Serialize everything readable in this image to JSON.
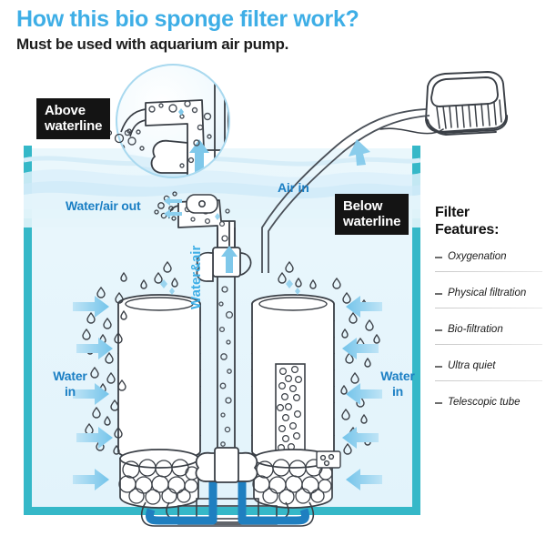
{
  "header": {
    "title": "How this bio sponge filter work?",
    "subtitle": "Must be used with aquarium air pump.",
    "title_color": "#3EAEE6"
  },
  "callouts": {
    "above": "Above\nwaterline",
    "above_line1": "Above",
    "above_line2": "waterline",
    "below_line1": "Below",
    "below_line2": "waterline"
  },
  "diagram_labels": {
    "water_air_out": "Water/air out",
    "air_in": "Air in",
    "water_in_left_line1": "Water",
    "water_in_left_line2": "in",
    "water_in_right_line1": "Water",
    "water_in_right_line2": "in",
    "water_and_air": "Water&air"
  },
  "features": {
    "title_line1": "Filter",
    "title_line2": "Features:",
    "items": [
      {
        "label": "Oxygenation"
      },
      {
        "label": "Physical filtration"
      },
      {
        "label": "Bio-filtration"
      },
      {
        "label": "Ultra quiet"
      },
      {
        "label": "Telescopic tube"
      }
    ]
  },
  "colors": {
    "brand_blue": "#3EAEE6",
    "tank_teal": "#35B8C8",
    "label_blue": "#1b7fc4",
    "flow_blue": "#1f7fc0",
    "water_fill": "#e9f6fc",
    "callout_bg": "#141414",
    "line_dark": "#3a3f46"
  },
  "icons": {
    "air_pump": "air-pump-icon",
    "magnifier": "magnifier-circle-icon",
    "bubbles": "bubbles-icon",
    "droplets": "water-droplets-icon",
    "flow_arrow": "flow-arrow-icon",
    "sponge": "sponge-stack-icon",
    "bio_balls": "bio-balls-icon"
  }
}
